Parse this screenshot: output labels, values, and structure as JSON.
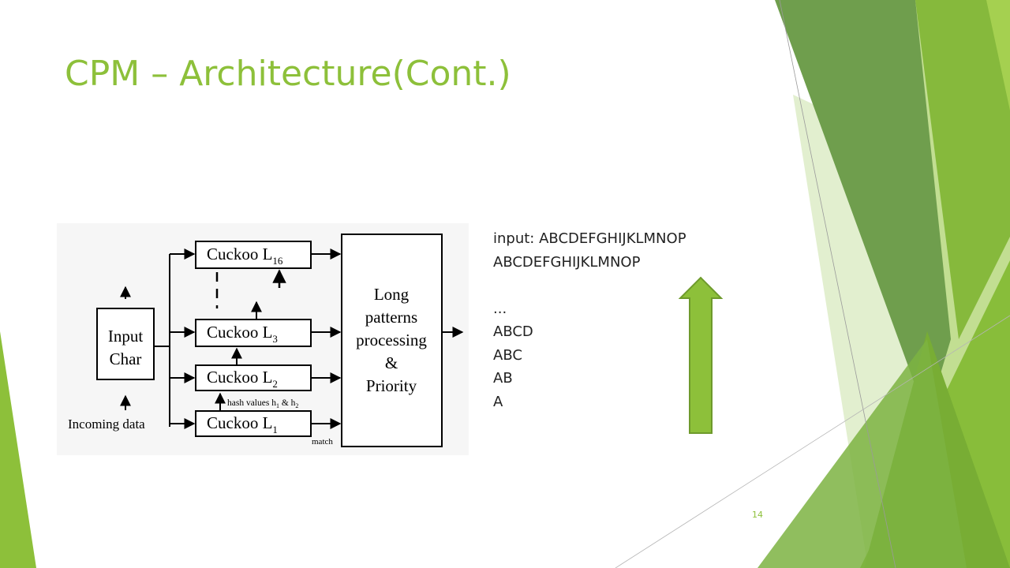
{
  "slide": {
    "title": "CPM – Architecture(Cont.)",
    "page_number": "14"
  },
  "diagram": {
    "input_box": [
      "Input",
      "Char"
    ],
    "incoming_label": "Incoming data",
    "cuckoo": [
      {
        "base": "Cuckoo L",
        "sub": "16"
      },
      {
        "base": "Cuckoo L",
        "sub": "3"
      },
      {
        "base": "Cuckoo L",
        "sub": "2"
      },
      {
        "base": "Cuckoo L",
        "sub": "1"
      }
    ],
    "hash_label": {
      "text": "hash values h",
      "sub1": "1",
      "amp": " & h",
      "sub2": "2"
    },
    "match_label": "match",
    "processor_lines": [
      "Long",
      "patterns",
      "processing",
      "&",
      "Priority"
    ]
  },
  "side_list": {
    "input_prefix": "input: ",
    "input_value": "ABCDEFGHIJKLMNOP",
    "items": [
      "ABCDEFGHIJKLMNOP",
      "",
      "...",
      "ABCD",
      "ABC",
      "AB",
      "A"
    ]
  },
  "colors": {
    "accent": "#8dc03a",
    "arrow_fill": "#8dc03a",
    "arrow_stroke": "#6e9a2c"
  }
}
